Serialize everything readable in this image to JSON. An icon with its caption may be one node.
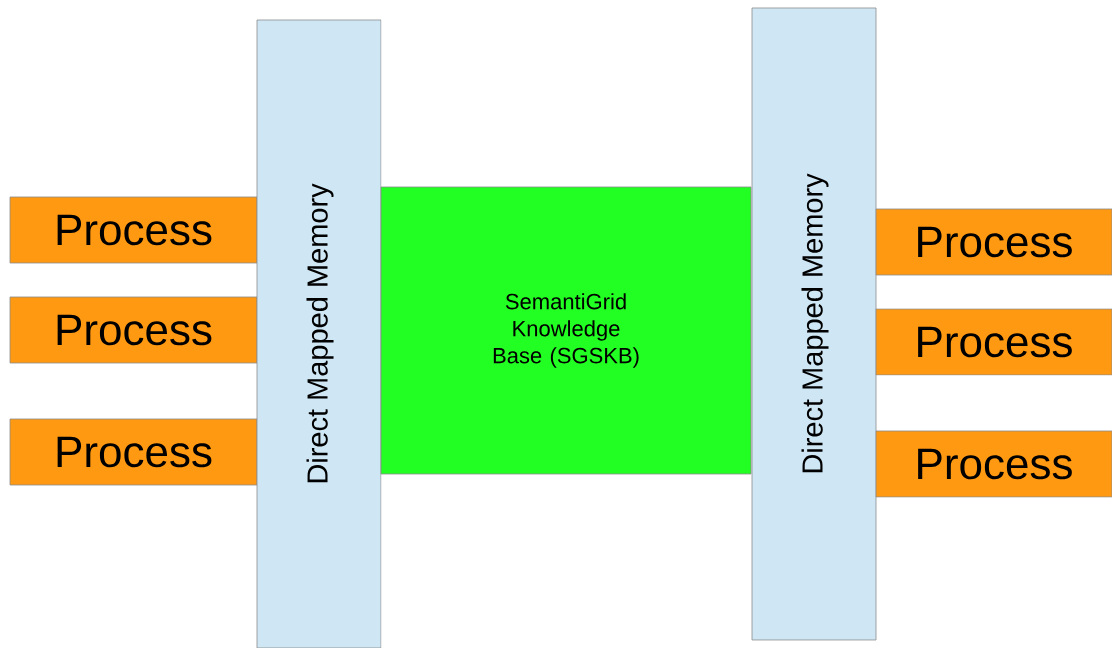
{
  "diagram": {
    "nodes": [
      {
        "text": [
          "Process"
        ]
      },
      {
        "text": [
          "Process"
        ]
      },
      {
        "text": [
          "Process"
        ]
      },
      {
        "text": [
          "Direct Mapped Memory"
        ]
      },
      {
        "text": [
          "SemantiGrid Knowledge Base (SGSKB)"
        ]
      },
      {
        "text": [
          "Direct Mapped Memory"
        ]
      },
      {
        "text": [
          "Process"
        ]
      },
      {
        "text": [
          "Process"
        ]
      },
      {
        "text": [
          "Process"
        ]
      }
    ]
  }
}
